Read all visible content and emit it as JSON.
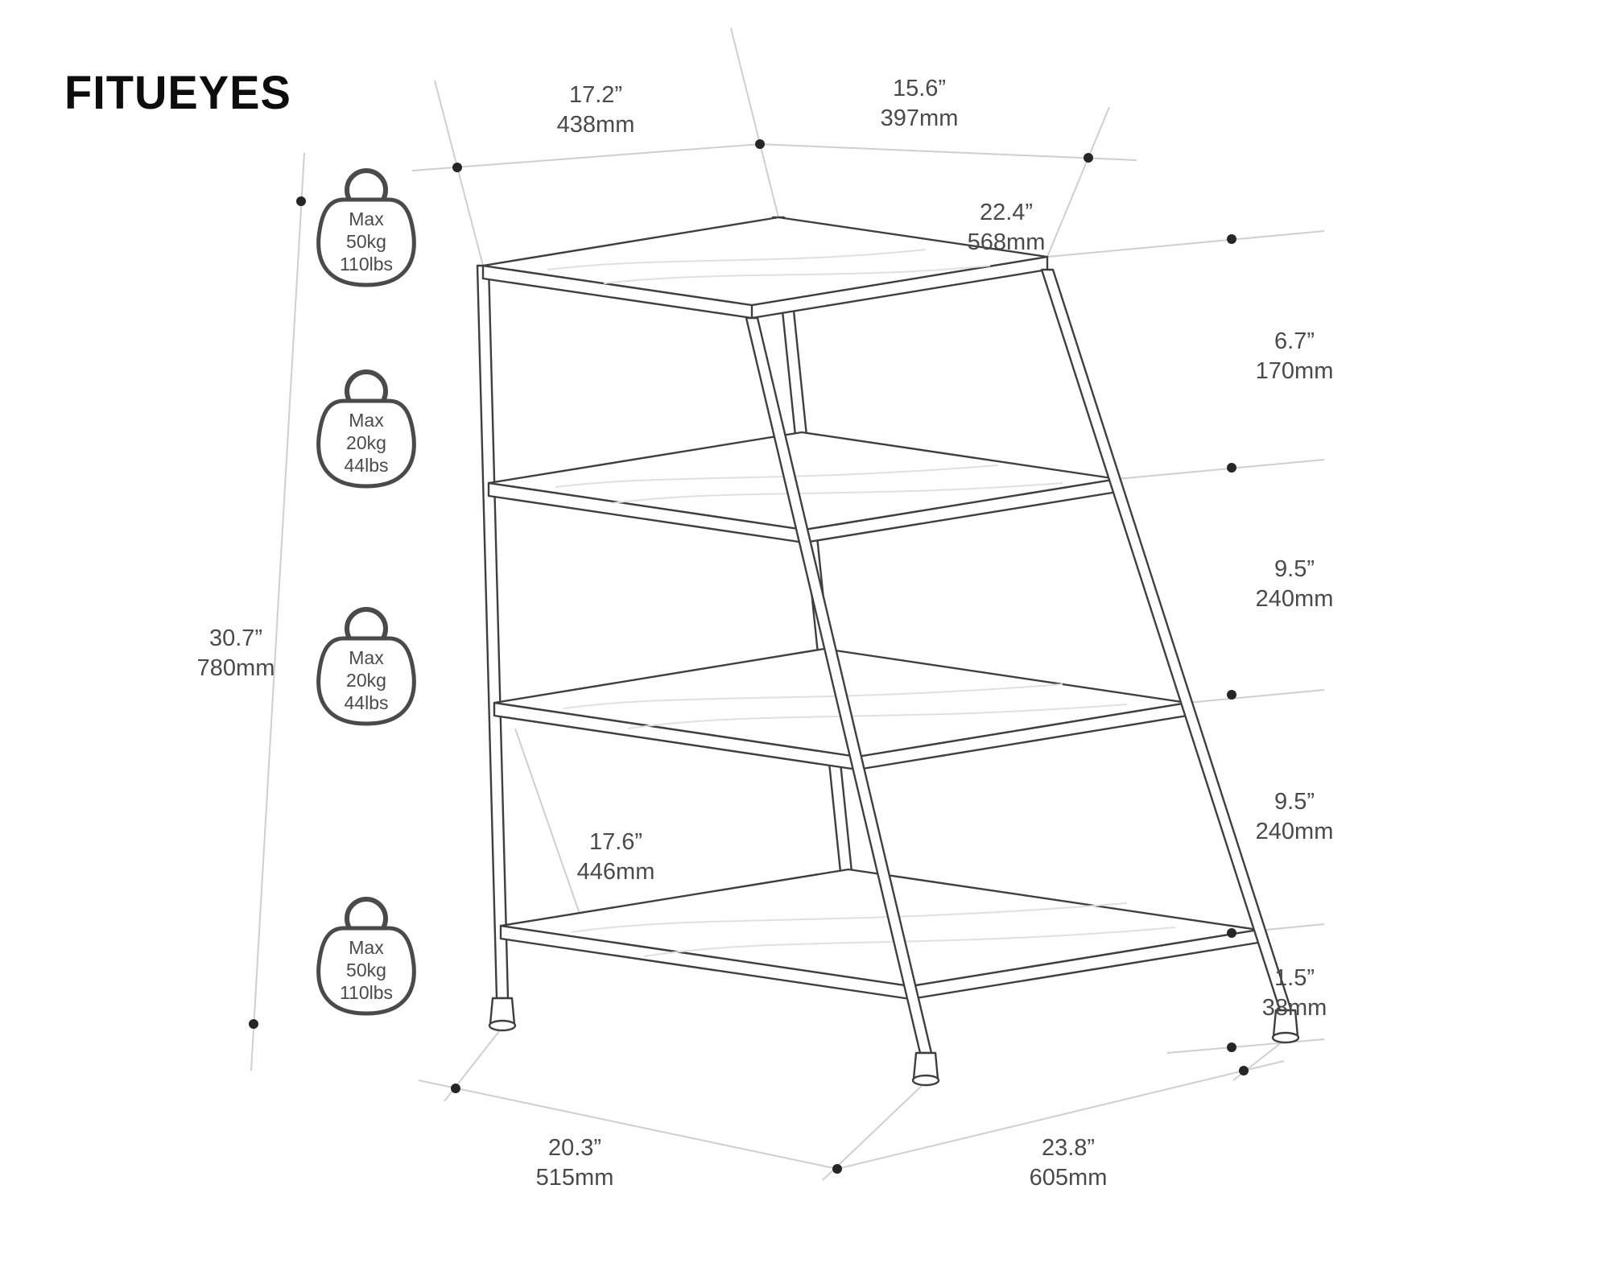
{
  "logo": {
    "text": "FITUEYES"
  },
  "dimensions": {
    "top_left": {
      "inch": "17.2”",
      "mm": "438mm"
    },
    "top_right": {
      "inch": "15.6”",
      "mm": "397mm"
    },
    "top_surface": {
      "inch": "22.4”",
      "mm": "568mm"
    },
    "right_gap_1": {
      "inch": "6.7”",
      "mm": "170mm"
    },
    "right_gap_2": {
      "inch": "9.5”",
      "mm": "240mm"
    },
    "right_gap_3": {
      "inch": "9.5”",
      "mm": "240mm"
    },
    "right_gap_4": {
      "inch": "1.5”",
      "mm": "38mm"
    },
    "total_height": {
      "inch": "30.7”",
      "mm": "780mm"
    },
    "middle_depth": {
      "inch": "17.6”",
      "mm": "446mm"
    },
    "bottom_left": {
      "inch": "20.3”",
      "mm": "515mm"
    },
    "bottom_right": {
      "inch": "23.8”",
      "mm": "605mm"
    }
  },
  "load_badges": [
    {
      "line1": "Max",
      "line2": "50kg",
      "line3": "110lbs"
    },
    {
      "line1": "Max",
      "line2": "20kg",
      "line3": "44lbs"
    },
    {
      "line1": "Max",
      "line2": "20kg",
      "line3": "44lbs"
    },
    {
      "line1": "Max",
      "line2": "50kg",
      "line3": "110lbs"
    }
  ],
  "colors": {
    "outline": "#3f3f3f",
    "guide": "#cfcfcf",
    "dot": "#262626",
    "text": "#4a4a4a",
    "logo": "#0d0d0d"
  }
}
